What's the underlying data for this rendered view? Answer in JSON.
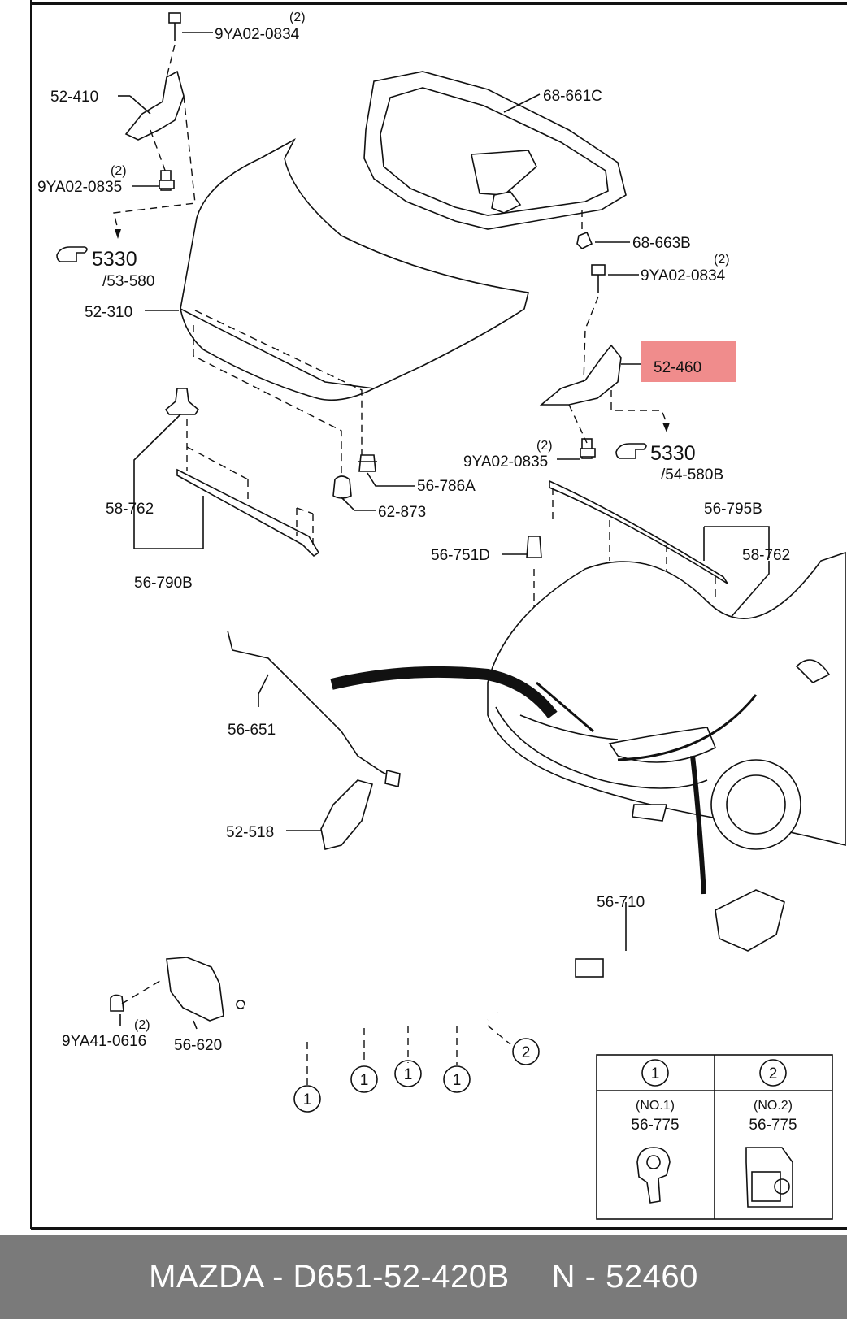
{
  "labels": {
    "bolt_top": "9YA02-0834",
    "bolt_top_qty": "(2)",
    "hinge_left": "52-410",
    "bolt_lower_left": "9YA02-0835",
    "bolt_lower_left_qty": "(2)",
    "ref_left_num": "5330",
    "ref_left_sub": "/53-580",
    "hood": "52-310",
    "insulator": "68-661C",
    "clip_insulator": "68-663B",
    "bolt_right_top": "9YA02-0834",
    "bolt_right_top_qty": "(2)",
    "hinge_right": "52-460",
    "bolt_right_lower": "9YA02-0835",
    "bolt_right_lower_qty": "(2)",
    "ref_right_num": "5330",
    "ref_right_sub": "/54-580B",
    "stopper": "56-786A",
    "cushion": "62-873",
    "clip_left": "58-762",
    "seal_left": "56-790B",
    "seal_right": "56-795B",
    "clip_right": "58-762",
    "bumper": "56-751D",
    "stay_rod": "56-651",
    "stay_holder": "52-518",
    "cable": "56-710",
    "bolt_latch": "9YA41-0616",
    "bolt_latch_qty": "(2)",
    "latch": "56-620"
  },
  "callouts": {
    "c1a": "1",
    "c1b": "1",
    "c1c": "1",
    "c1d": "1",
    "c2": "2"
  },
  "legend": {
    "col1_num": "1",
    "col1_name": "(NO.1)",
    "col1_part": "56-775",
    "col2_num": "2",
    "col2_name": "(NO.2)",
    "col2_part": "56-775"
  },
  "highlight_color": "#f08c8c",
  "footer": {
    "left": "MAZDA - D651-52-420B",
    "right": "N - 52460"
  }
}
